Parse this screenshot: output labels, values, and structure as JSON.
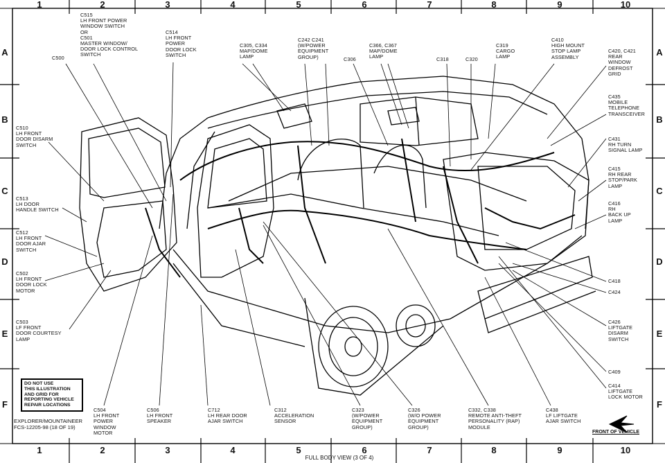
{
  "grid": {
    "columns": [
      "1",
      "2",
      "3",
      "4",
      "5",
      "6",
      "7",
      "8",
      "9",
      "10"
    ],
    "rows": [
      "A",
      "B",
      "C",
      "D",
      "E",
      "F"
    ]
  },
  "caption": "FULL BODY VIEW (3 OF 4)",
  "reference": "EXPLORER/MOUNTAINEER\nFCS-12205-98 (18 OF 19)",
  "warning": "DO NOT USE\nTHIS ILLUSTRATION\nAND GRID FOR\nREPORTING VEHICLE\nREPAIR LOCATIONS",
  "front_label": "FRONT OF VEHICLE",
  "labels": {
    "c515": "C515\nLH FRONT POWER\nWINDOW SWITCH\nOR\nC501\nMASTER WINDOW/\nDOOR LOCK CONTROL\nSWITCH",
    "c514": "C514\nLH FRONT\nPOWER\nDOOR LOCK\nSWITCH",
    "c500": "C500",
    "c305": "C305, C334\nMAP/DOME\nLAMP",
    "c242": "C242  C241\n(W/POWER\nEQUIPMENT\nGROUP)",
    "c366": "C366, C367\nMAP/DOME\nLAMP",
    "c306": "C306",
    "c318": "C318",
    "c320": "C320",
    "c319": "C319\nCARGO\nLAMP",
    "c410": "C410\nHIGH MOUNT\nSTOP LAMP\nASSEMBLY",
    "c420": "C420, C421\nREAR\nWINDOW\nDEFROST\nGRID",
    "c435": "C435\nMOBILE\nTELEPHONE\nTRANSCEIVER",
    "c431": "C431\nRH TURN\nSIGNAL LAMP",
    "c415": "C415\nRH REAR\nSTOP/PARK\nLAMP",
    "c416": "C416\nRH\nBACK UP\nLAMP",
    "c418": "C418",
    "c424": "C424",
    "c426": "C426\nLIFTGATE\nDISARM\nSWITCH",
    "c409": "C409",
    "c414": "C414\nLIFTGATE\nLOCK MOTOR",
    "c510": "C510\nLH FRONT\nDOOR DISARM\nSWITCH",
    "c513": "C513\nLH DOOR\nHANDLE SWITCH",
    "c512": "C512\nLH FRONT\nDOOR AJAR\nSWITCH",
    "c502": "C502\nLH FRONT\nDOOR LOCK\nMOTOR",
    "c503": "C503\nLF FRONT\nDOOR COURTESY\nLAMP",
    "c504": "C504\nLH FRONT\nPOWER\nWINDOW\nMOTOR",
    "c506": "C506\nLH FRONT\nSPEAKER",
    "c712": "C712\nLH REAR DOOR\nAJAR SWITCH",
    "c312": "C312\nACCELERATION\nSENSOR",
    "c323": "C323\n(W/POWER\nEQUIPMENT\nGROUP)",
    "c326": "C326\n(W/O POWER\nEQUIPMENT\nGROUP)",
    "c332": "C332, C338\nREMOTE ANTI-THEFT\nPERSONALITY (RAP)\nMODULE",
    "c438": "C438\nLF LIFTGATE\nAJAR SWITCH"
  }
}
